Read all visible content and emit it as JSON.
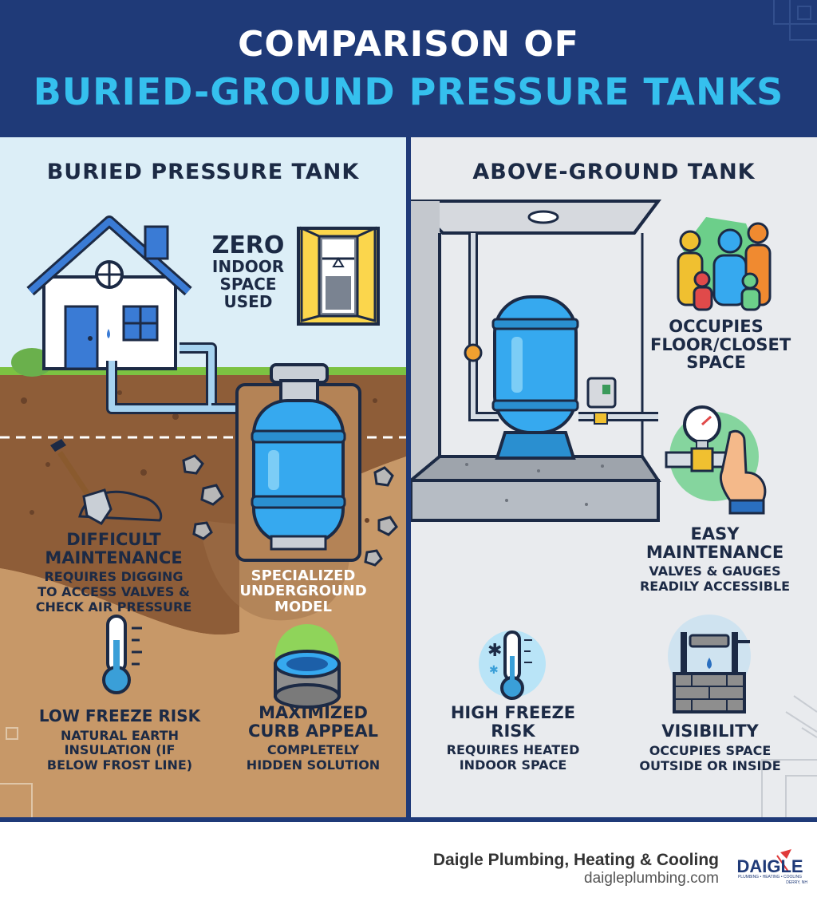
{
  "header": {
    "line1": "COMPARISON OF",
    "line2": "BURIED-GROUND PRESSURE TANKS"
  },
  "left": {
    "title": "BURIED PRESSURE TANK",
    "zero": {
      "big": "ZERO",
      "lines": [
        "INDOOR",
        "SPACE",
        "USED"
      ]
    },
    "difficult": {
      "title": [
        "DIFFICULT",
        "MAINTENANCE"
      ],
      "desc": [
        "REQUIRES DIGGING",
        "TO ACCESS VALVES &",
        "CHECK AIR PRESSURE"
      ]
    },
    "specialized": [
      "SPECIALIZED",
      "UNDERGROUND",
      "MODEL"
    ],
    "freeze": {
      "title": "LOW FREEZE RISK",
      "desc": [
        "NATURAL EARTH",
        "INSULATION (IF",
        "BELOW FROST LINE)"
      ]
    },
    "curb": {
      "title": [
        "MAXIMIZED",
        "CURB APPEAL"
      ],
      "desc": [
        "COMPLETELY",
        "HIDDEN SOLUTION"
      ]
    }
  },
  "right": {
    "title": "ABOVE-GROUND TANK",
    "occupies": [
      "OCCUPIES",
      "FLOOR/CLOSET",
      "SPACE"
    ],
    "easy": {
      "title": [
        "EASY",
        "MAINTENANCE"
      ],
      "desc": [
        "VALVES & GAUGES",
        "READILY ACCESSIBLE"
      ]
    },
    "freeze": {
      "title": [
        "HIGH FREEZE",
        "RISK"
      ],
      "desc": [
        "REQUIRES HEATED",
        "INDOOR SPACE"
      ]
    },
    "visibility": {
      "title": "VISIBILITY",
      "desc": [
        "OCCUPIES SPACE",
        "OUTSIDE OR INSIDE"
      ]
    }
  },
  "footer": {
    "company": "Daigle Plumbing, Heating & Cooling",
    "url": "daigleplumbing.com",
    "logo": {
      "word": "DAIGLE",
      "tagline": "PLUMBING • HEATING • COOLING",
      "location": "DERRY, NH"
    }
  },
  "colors": {
    "navy": "#1f3a78",
    "cyan": "#35c0ee",
    "tank_blue": "#36a9ef",
    "soil": "#c79868",
    "sky": "#dceef7",
    "basement": "#e9ebee",
    "grass": "#7cc242"
  },
  "icons": [
    "house-icon",
    "closet-icon",
    "buried-tank-icon",
    "shovel-icon",
    "thermometer-icon",
    "curb-cover-icon",
    "above-ground-tank-icon",
    "family-icon",
    "gauge-hand-icon",
    "snow-thermometer-icon",
    "well-icon",
    "daigle-logo"
  ]
}
